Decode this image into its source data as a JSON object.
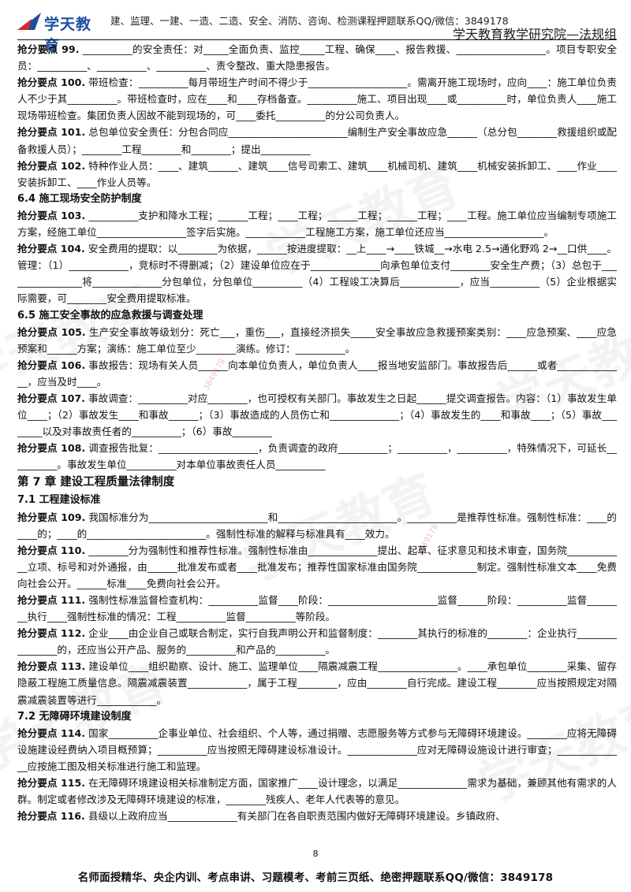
{
  "header": {
    "logo_text": "学天教育",
    "line1": "建、监理、一建、一造、二造、安全、消防、咨询、检测课程押题联系QQ/微信：3849178",
    "line2": "学天教育教学研究院—法规组"
  },
  "watermark": {
    "text": "学天教育",
    "phone": "3849178"
  },
  "paragraphs": [
    {
      "kind": "kp",
      "label": "抢分要点 99.",
      "text": " __________的安全责任：对_____全面负责、监控_____工程、确保____、报告救援、__________________。项目专职安全员：__________、__________、__________、责令整改、重大隐患报告。"
    },
    {
      "kind": "kp",
      "label": "抢分要点 100.",
      "text": " 带班检查：__________每月带班生产时间不得少于____________________。需离开施工现场时，应向____：施工单位负责人不少于其__________。带班检查时，应在____和____存档备查。__________施工、项目出现____或__________时，单位负责人____施工现场带班检查。集团负责人因故不能到现场的，可____委托__________的分公司负责人。"
    },
    {
      "kind": "kp",
      "label": "抢分要点 101.",
      "text": " 总包单位安全责任：分包合同应________________________编制生产安全事故应急______（总分包________救援组织或配备救援人员）；________工程________和________；提出__________"
    },
    {
      "kind": "kp",
      "label": "抢分要点 102.",
      "text": " 特种作业人员：____、建筑______、建筑____信号司索工、建筑____机械司机、建筑____机械安装拆卸工、____作业____安装拆卸工、____作业人员等。"
    },
    {
      "kind": "sec",
      "text": "6.4 施工现场安全防护制度"
    },
    {
      "kind": "kp",
      "label": "抢分要点 103.",
      "text": " __________支护和降水工程；______工程；____工程；______工程；______工程；____工程。施工单位应当编制专项施工方案，经施工单位__________________签字后实施。____________工程施工方案，施工单位还应当____________________。"
    },
    {
      "kind": "kp",
      "label": "抢分要点 104.",
      "text": " 安全费用的提取：以________为依据，______按进度提取：__上____→____铁城__→水电 2.5→通化野鸡 2→__口供____。管理：（1）____________，竞标时不得删减；（2）建设单位应在于______________向承包单位支付________安全生产费；（3）总包于________________将______________分包单位，分包单位__________（4）工程竣工决算后____________，应当__________（5）企业根据实际需要，可________安全费用提取标准。"
    },
    {
      "kind": "sec",
      "text": "6.5 施工安全事故的应急救援与调查处理"
    },
    {
      "kind": "kp",
      "label": "抢分要点 105.",
      "text": " 生产安全事故等级划分：死亡___，重伤___，直接经济损失_____安全事故应急救援预案类别：____应急预案、____应急预案和______方案；演练：施工单位至少________演练。修订：__________。"
    },
    {
      "kind": "kp",
      "label": "抢分要点 106.",
      "text": " 事故报告：现场有关人员______向本单位负责人，单位负责人____报当地安监部门。事故报告后______或者______________，应当及时____。"
    },
    {
      "kind": "kp",
      "label": "抢分要点 107.",
      "text": " 事故调查：__________对应________，也可授权有关部门。事故发生之日起______提交调查报告。内容：（1）事故发生单位____；（2）事故发生____和事故______；（3）事故造成的人员伤亡和______________；（4）事故发生的____和事故____；（5）事故________以及对事故责任者的__________；（6）事故________"
    },
    {
      "kind": "kp",
      "label": "抢分要点 108.",
      "text": " 调查报告批复：____________________，负责调查的政府__________；__________，__________，特殊情况下，可延长__________。事故发生单位__________对本单位事故责任人员__________"
    },
    {
      "kind": "chap",
      "text": "第 7 章  建设工程质量法律制度"
    },
    {
      "kind": "sec",
      "text": "7.1 工程建设标准"
    },
    {
      "kind": "kp",
      "label": "抢分要点 109.",
      "text": " 我国标准分为________________________和________________________。__________是推荐性标准。强制性标准：____的____的；____的________________________。强制性标准的解释与标准具有____效力。"
    },
    {
      "kind": "kp",
      "label": "抢分要点 110.",
      "text": " ________分为强制性和推荐性标准。强制性标准由______________提出、起草、征求意见和技术审查，国务院____________立项、标号和对外通报，由______批准发布或者____批准发布；推荐性国家标准由国务院____________制定。强制性标准文本____免费向社会公开。______标准____免费向社会公开。"
    },
    {
      "kind": "kp",
      "label": "抢分要点 111.",
      "text": " 强制性标准监督检查机构：__________监督____阶段：______________________监督______阶段：__________监督________执行____强制性标准的情况：工程__________监督__________等阶段。"
    },
    {
      "kind": "kp",
      "label": "抢分要点 112.",
      "text": " 企业____由企业自己或联合制定，实行自我声明公开和监督制度：________其执行的标准的________：企业执行________________的，还应当公开产品、服务的__________和产品的__________。"
    },
    {
      "kind": "kp",
      "label": "抢分要点 113.",
      "text": " 建设单位____组织勘察、设计、施工、监理单位____隔震减震工程________________。____承包单位________采集、留存隐蔽工程施工质量信息。隔震减震装置____________，属于工程________，应由________自行完成。建设工程________应当按照规定对隔震减震装置等进行____________。"
    },
    {
      "kind": "sec",
      "text": "7.2 无障碍环境建设制度"
    },
    {
      "kind": "kp",
      "label": "抢分要点 114.",
      "text": " 国家__________企事业单位、社会组织、个人等，通过捐赠、志愿服务等方式参与无障碍环境建设。________应将无障碍设施建设经费纳入项目概预算；__________应当按照无障碍建设标准设计。______________应对无障碍设施设计进行审查；______________应按施工图及相关标准进行施工和监理。"
    },
    {
      "kind": "kp",
      "label": "抢分要点 115.",
      "text": " 在无障碍环境建设相关标准制定方面，国家推广____设计理念，以满足______________需求为基础，兼顾其他有需求的人群。制定或者修改涉及无障碍环境建设的标准，________残疾人、老年人代表等的意见。"
    },
    {
      "kind": "kp",
      "label": "抢分要点 116.",
      "text": " 县级以上政府应当______________有关部门在各自职责范围内做好无障碍环境建设。乡镇政府、"
    }
  ],
  "footer": {
    "page_number": "8",
    "text": "名师面授精华、央企内训、考点串讲、习题模考、考前三页纸、绝密押题联系QQ/微信：3849178"
  }
}
